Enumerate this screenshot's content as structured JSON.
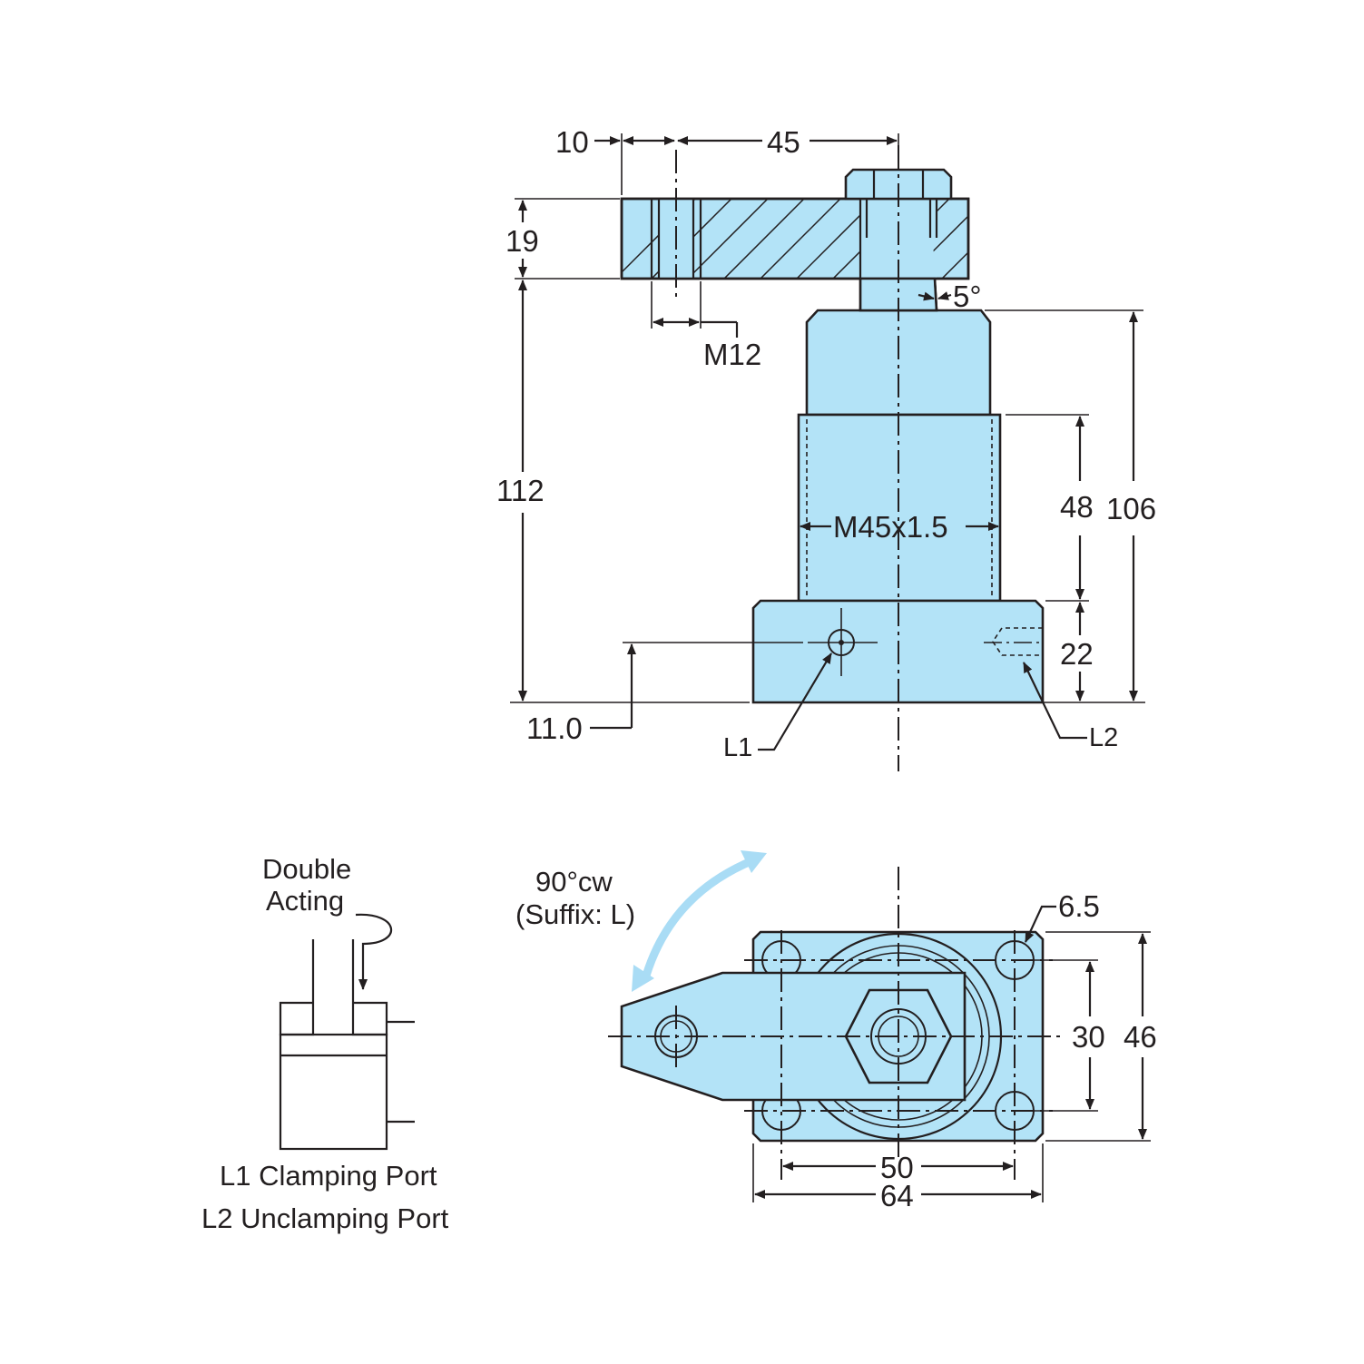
{
  "dimensions": {
    "d10": "10",
    "d45": "45",
    "d19": "19",
    "m12": "M12",
    "d5": "5°",
    "d112": "112",
    "d48": "48",
    "d106": "106",
    "m45": "M45x1.5",
    "d22": "22",
    "d11": "11.0",
    "l1": "L1",
    "l2": "L2",
    "d6_5": "6.5",
    "d30": "30",
    "d46": "46",
    "d50": "50",
    "d64": "64"
  },
  "rotation": {
    "angle": "90°cw",
    "suffix": "(Suffix: L)",
    "arrow_color": "#a9dcf5"
  },
  "symbol": {
    "line1": "Double",
    "line2": "Acting"
  },
  "legend": {
    "l1": "L1 Clamping Port",
    "l2": "L2 Unclamping Port"
  },
  "colors": {
    "body_fill": "#b3e3f7",
    "line": "#231f20"
  }
}
